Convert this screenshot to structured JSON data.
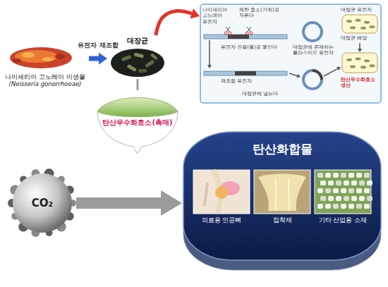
{
  "diagram": {
    "nodes": [
      {
        "text": [
          "나이세리아 고노레아 미생물",
          "(Neisseria gonorrhoeae)"
        ]
      },
      {
        "text": [
          "대장균"
        ]
      },
      {
        "text": [
          "나이세리아 고노레아 유전자",
          "제한 효소(가위)로 자른다",
          "대장균에 존재하는 플라스미드 유전자",
          "대장균 유전자",
          "재조합 유전자",
          "유전자 연결(풀)로 붙인다",
          "대장균에 넣는다",
          "대장균 배양",
          "탄산무수화효소 생산"
        ]
      },
      {
        "text": [
          "탄산무수화효소(촉매)"
        ]
      },
      {
        "text": [
          "CO₂"
        ]
      },
      {
        "text": [
          "탄산화합물"
        ]
      },
      {
        "text": [
          "의료용 인공뼈"
        ],
        "in": 5
      },
      {
        "text": [
          "접착제"
        ],
        "in": 5
      },
      {
        "text": [
          "기타 산업용 소재"
        ],
        "in": 5
      }
    ],
    "edges": [
      {
        "from": 0,
        "to": 1,
        "arrow": "to",
        "label": "유전자 재조합"
      },
      {
        "from": 1,
        "to": 2,
        "arrow": "to"
      },
      {
        "from": 1,
        "to": 3,
        "arrow": "none"
      },
      {
        "from": 4,
        "to": 5,
        "arrow": "to"
      }
    ]
  }
}
